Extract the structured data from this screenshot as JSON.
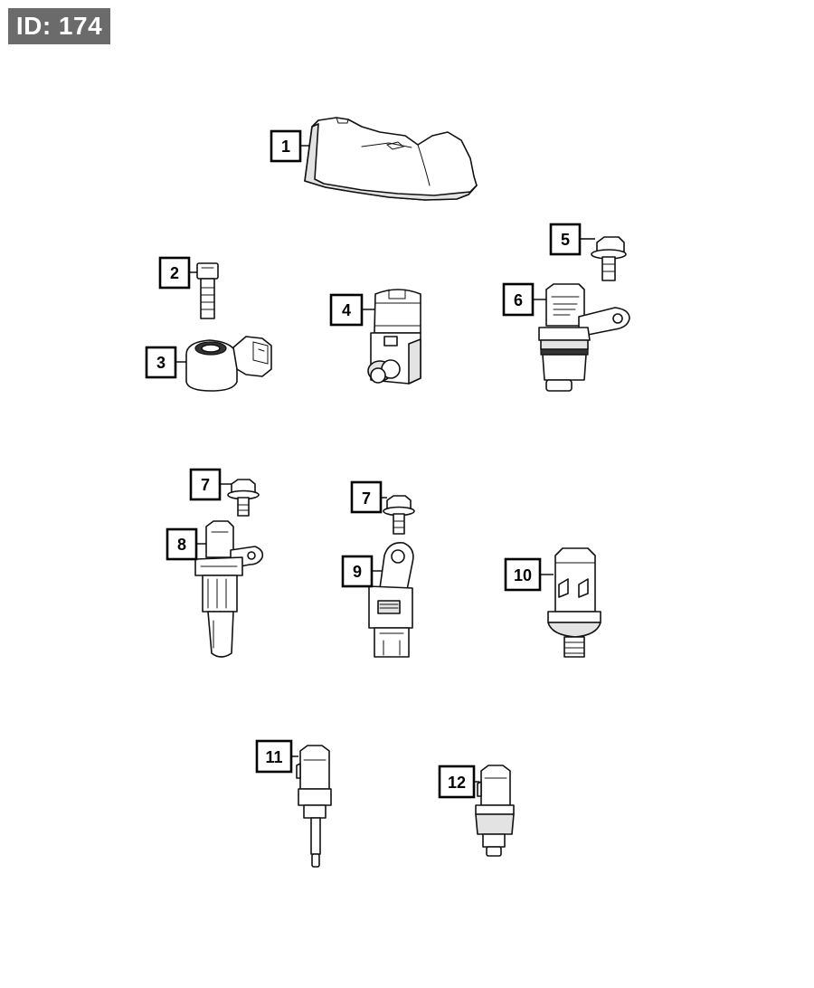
{
  "badge": {
    "text": "ID: 174"
  },
  "callouts": {
    "c1": "1",
    "c2": "2",
    "c3": "3",
    "c4": "4",
    "c5": "5",
    "c6": "6",
    "c7a": "7",
    "c7b": "7",
    "c8": "8",
    "c9": "9",
    "c10": "10",
    "c11": "11",
    "c12": "12"
  }
}
